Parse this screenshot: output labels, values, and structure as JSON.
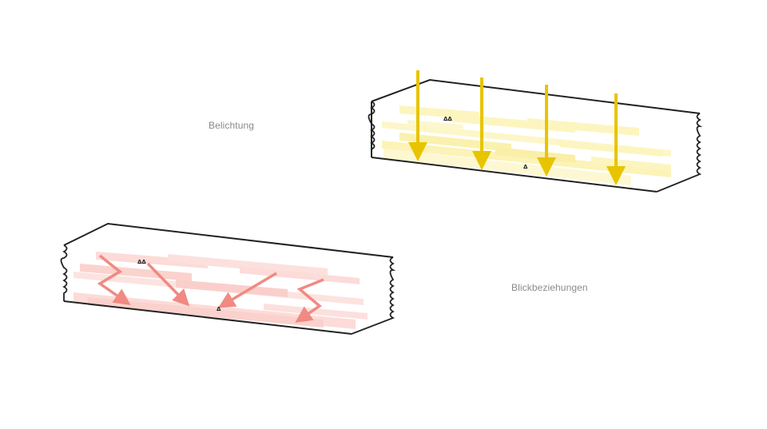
{
  "diagrams": {
    "top": {
      "title": "Belichtung",
      "marker_upper": "ΔΔ",
      "marker_lower": "Δ",
      "accent": "#e8c400",
      "fill": "#fbf3a6"
    },
    "bottom": {
      "title": "Blickbeziehungen",
      "marker_upper": "ΔΔ",
      "marker_lower": "Δ",
      "accent": "#f08a82",
      "fill": "#fbc9c4"
    }
  }
}
